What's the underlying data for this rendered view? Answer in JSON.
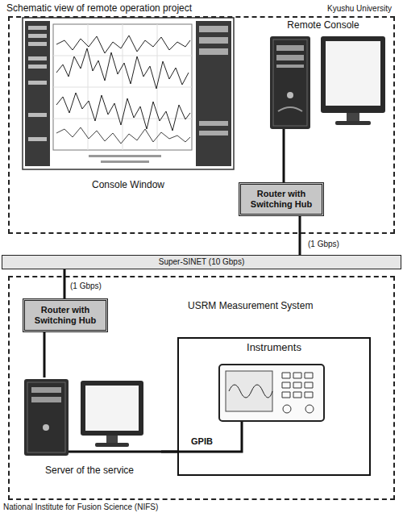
{
  "diagram": {
    "title": "Schematic view of remote operation project",
    "nodes": [
      {
        "text": [
          "Kyushu University"
        ]
      },
      {
        "text": [
          "Console Window"
        ],
        "in": 0
      },
      {
        "text": [
          "Remote Console"
        ],
        "in": 0
      },
      {
        "text": [
          "Router with Switching Hub"
        ],
        "in": 0
      },
      {
        "text": [
          "Super-SINET (10 Gbps)"
        ]
      },
      {
        "text": [
          "National Institute for Fusion Science (NIFS)"
        ]
      },
      {
        "text": [
          "Router with Switching Hub"
        ],
        "in": 5
      },
      {
        "text": [
          "Instruments"
        ],
        "in": 5
      },
      {
        "text": [
          "Server of the service"
        ],
        "in": 5
      }
    ],
    "edges": [
      {
        "from": 2,
        "to": 3,
        "arrow": "none"
      },
      {
        "from": 3,
        "to": 4,
        "label": "(1 Gbps)",
        "arrow": "none"
      },
      {
        "from": 4,
        "to": 6,
        "label": "(1 Gbps)",
        "arrow": "none"
      },
      {
        "from": 6,
        "to": 8,
        "arrow": "none"
      },
      {
        "from": 8,
        "to": 7,
        "label": "GPIB",
        "arrow": "none"
      }
    ],
    "labels": [
      "USRM Measurement System"
    ]
  }
}
